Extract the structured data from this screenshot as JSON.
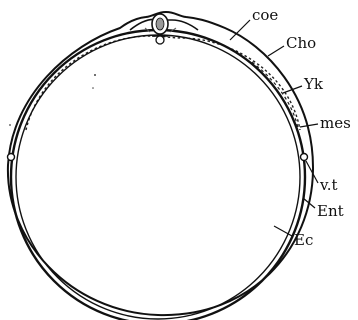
{
  "labels": {
    "coe": "coe",
    "cho": "Cho",
    "yk": "Yk",
    "mes": "mes",
    "vt": "v.t",
    "ent": "Ent",
    "ec": "Ec"
  }
}
